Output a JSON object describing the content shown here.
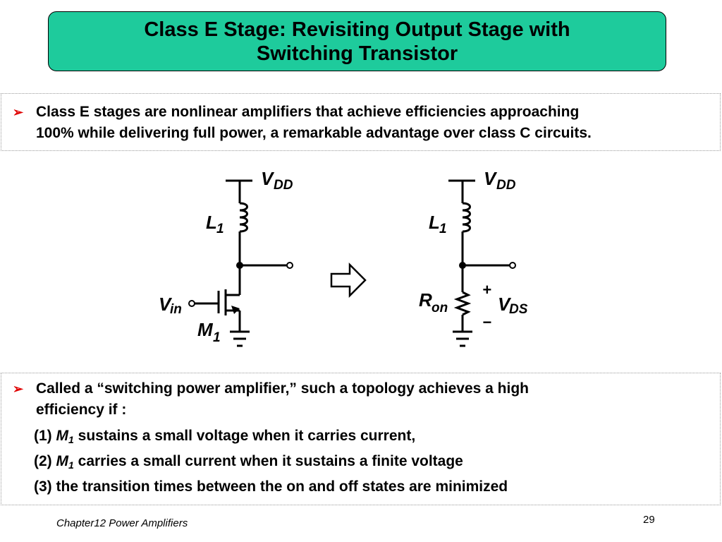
{
  "title": {
    "line1": "Class E Stage: Revisiting Output Stage with",
    "line2": "Switching Transistor"
  },
  "bullet1": {
    "line1": "Class E stages are nonlinear amplifiers that achieve efficiencies approaching",
    "line2": "100% while delivering full power, a remarkable advantage over class C circuits."
  },
  "diagram": {
    "left": {
      "supply": "V",
      "supply_sub": "DD",
      "inductor": "L",
      "inductor_sub": "1",
      "input": "V",
      "input_sub": "in",
      "transistor": "M",
      "transistor_sub": "1"
    },
    "right": {
      "supply": "V",
      "supply_sub": "DD",
      "inductor": "L",
      "inductor_sub": "1",
      "resistor": "R",
      "resistor_sub": "on",
      "voltage": "V",
      "voltage_sub": "DS",
      "plus": "+",
      "minus": "−"
    }
  },
  "bullet2": {
    "line1": "Called a “switching power amplifier,” such a topology achieves a high",
    "line2": "efficiency if :"
  },
  "items": [
    {
      "num": "(1)",
      "sym": "M",
      "sub": "1",
      "text": "sustains a small voltage when it carries current,"
    },
    {
      "num": "(2)",
      "sym": "M",
      "sub": "1",
      "text": "carries a small current when it sustains a finite voltage"
    },
    {
      "num": "(3)",
      "text": "the transition times between the on and off states are minimized"
    }
  ],
  "footer": {
    "chapter": "Chapter12 Power Amplifiers",
    "page": "29"
  },
  "colors": {
    "title_bg": "#1ecb9c",
    "bullet_arrow": "#e00000"
  },
  "icons": {
    "bullet": "arrow-bullet-icon",
    "transform": "hollow-right-arrow-icon"
  }
}
